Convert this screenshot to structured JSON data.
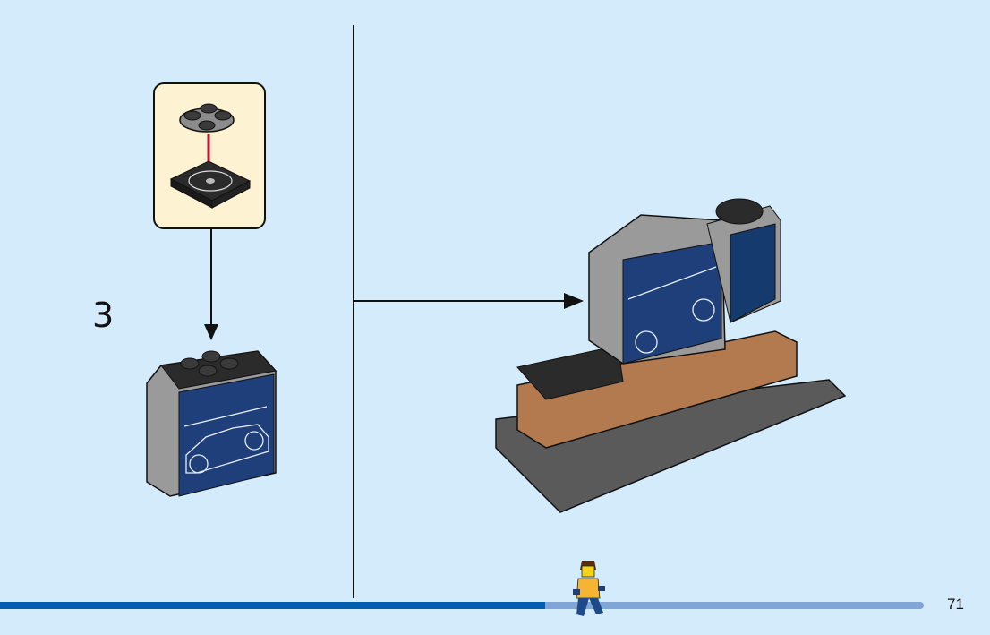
{
  "page": {
    "step_number": "3",
    "page_number": "71",
    "progress": 0.59
  },
  "callout": {
    "parts": [
      "round-plate-2x2-gray",
      "turntable-base-2x2-black"
    ]
  },
  "colors": {
    "background": "#d3ebfb",
    "callout_bg": "#fdf3d3",
    "progress_fill": "#005fae",
    "progress_track": "#7fa6d6",
    "brick_dark": "#2b2b2b",
    "brick_gray": "#9a9a9a",
    "tile_blue": "#1f3f7a",
    "brick_tan": "#b37a4f",
    "arrow_red": "#c8102e"
  }
}
